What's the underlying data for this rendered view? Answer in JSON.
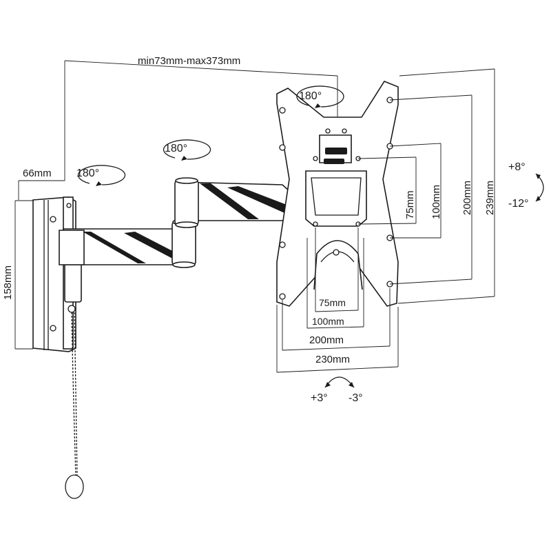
{
  "labels": {
    "arm_range": "min73mm-max373mm",
    "wall_offset": "66mm",
    "plate_height": "158mm",
    "rotation_wall": "180°",
    "rotation_arm": "180°",
    "rotation_head": "180°",
    "tilt_up": "+8°",
    "tilt_down": "-12°",
    "swivel_left": "+3°",
    "swivel_right": "-3°",
    "vesa_v75": "75mm",
    "vesa_v100": "100mm",
    "vesa_v200": "200mm",
    "plate_v239": "239mm",
    "vesa_h75": "75mm",
    "vesa_h100": "100mm",
    "vesa_h200": "200mm",
    "plate_h230": "230mm"
  },
  "colors": {
    "line": "#1a1a1a",
    "background": "#ffffff"
  }
}
